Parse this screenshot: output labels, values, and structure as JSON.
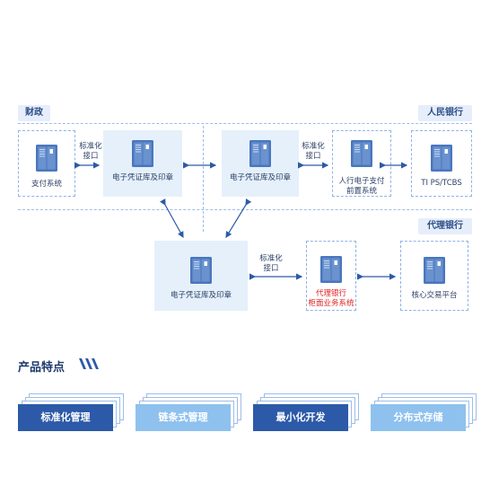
{
  "diagram": {
    "sections": {
      "finance": "财政",
      "pboc": "人民银行",
      "agent_bank": "代理银行"
    },
    "nodes": {
      "payment_system": "支付系统",
      "voucher_lib_left": "电子凭证库及印章",
      "voucher_lib_right": "电子凭证库及印章",
      "voucher_lib_bottom": "电子凭证库及印章",
      "pboc_front_line1": "人行电子支付",
      "pboc_front_line2": "前置系统",
      "tips": "TI PS/TCBS",
      "agent_counter_line1": "代理银行",
      "agent_counter_line2": "柜面业务系统",
      "core_platform": "核心交易平台"
    },
    "interfaces": {
      "left_line1": "标准化",
      "left_line2": "接口",
      "right_line1": "标准化",
      "right_line2": "接口",
      "bottom_line1": "标准化",
      "bottom_line2": "接口"
    }
  },
  "features": {
    "title": "产品特点",
    "items": [
      "标准化管理",
      "链条式管理",
      "最小化开发",
      "分布式存储"
    ]
  },
  "colors": {
    "accent_dark": "#2c5aa8",
    "accent_light": "#8ec1ee",
    "highlight_red": "#e02020"
  }
}
